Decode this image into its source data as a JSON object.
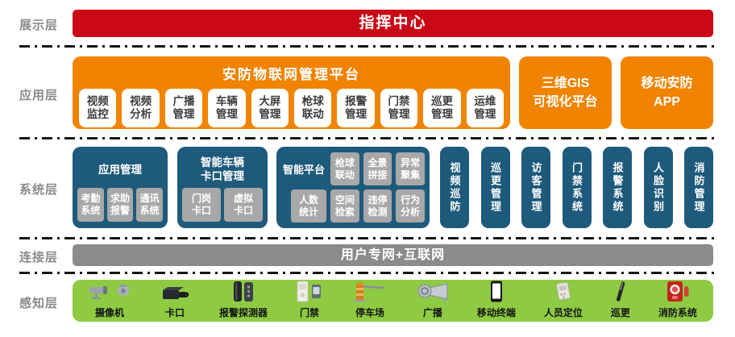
{
  "colors": {
    "display_red": "#cb0916",
    "application_orange": "#f08300",
    "system_blue": "#1e5a7c",
    "chip_gray": "#a8a8a8",
    "connection_gray": "#8b8b8b",
    "perception_green": "#8ecb43"
  },
  "layers": {
    "display": {
      "label": "展示层",
      "banner": "指挥中心"
    },
    "application": {
      "label": "应用层",
      "platform_title": "安防物联网管理平台",
      "modules": [
        "视频监控",
        "视频分析",
        "广播管理",
        "车辆管理",
        "大屏管理",
        "枪球联动",
        "报警管理",
        "门禁管理",
        "巡更管理",
        "运维管理"
      ],
      "side_blocks": [
        {
          "line1": "三维GIS",
          "line2": "可视化平台"
        },
        {
          "line1": "移动安防",
          "line2": "APP"
        }
      ]
    },
    "system": {
      "label": "系统层",
      "app_group": {
        "title": "应用管理",
        "items": [
          "考勤系统",
          "求助报警",
          "通讯系统"
        ]
      },
      "vehicle_group": {
        "title": "智能车辆卡口管理",
        "items": [
          "门岗卡口",
          "虚拟卡口"
        ]
      },
      "smart_group": {
        "title": "智能平台",
        "row1": [
          "枪球联动",
          "全景拼接",
          "异常聚集"
        ],
        "row2": [
          "人数统计",
          "空间检索",
          "违停检测",
          "行为分析"
        ]
      },
      "pills": [
        "视频巡防",
        "巡更管理",
        "访客管理",
        "门禁系统",
        "报警系统",
        "人脸识别",
        "消防管理"
      ]
    },
    "connection": {
      "label": "连接层",
      "banner": "用户专网+互联网"
    },
    "perception": {
      "label": "感知层",
      "devices": [
        {
          "icon": "camera-icon",
          "label": "摄像机"
        },
        {
          "icon": "checkpoint-camera-icon",
          "label": "卡口"
        },
        {
          "icon": "alarm-detector-icon",
          "label": "报警探测器"
        },
        {
          "icon": "access-control-icon",
          "label": "门禁"
        },
        {
          "icon": "parking-barrier-icon",
          "label": "停车场"
        },
        {
          "icon": "broadcast-icon",
          "label": "广播"
        },
        {
          "icon": "mobile-terminal-icon",
          "label": "移动终端"
        },
        {
          "icon": "personnel-positioning-icon",
          "label": "人员定位"
        },
        {
          "icon": "patrol-wand-icon",
          "label": "巡更"
        },
        {
          "icon": "fire-alarm-icon",
          "label": "消防系统"
        }
      ]
    }
  }
}
